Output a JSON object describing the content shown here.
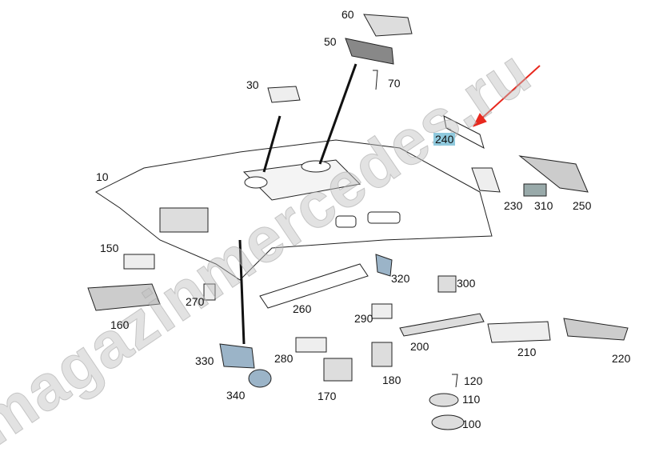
{
  "watermark": "magazinmercedes.ru",
  "highlight_color": "#8fc9dd",
  "arrow_color": "#e8281e",
  "parts": [
    {
      "id": "60",
      "label": "60"
    },
    {
      "id": "50",
      "label": "50"
    },
    {
      "id": "70",
      "label": "70"
    },
    {
      "id": "30",
      "label": "30"
    },
    {
      "id": "10",
      "label": "10"
    },
    {
      "id": "240",
      "label": "240",
      "highlighted": true
    },
    {
      "id": "230",
      "label": "230"
    },
    {
      "id": "310",
      "label": "310"
    },
    {
      "id": "250",
      "label": "250"
    },
    {
      "id": "150",
      "label": "150"
    },
    {
      "id": "160",
      "label": "160"
    },
    {
      "id": "270",
      "label": "270"
    },
    {
      "id": "320",
      "label": "320"
    },
    {
      "id": "300",
      "label": "300"
    },
    {
      "id": "260",
      "label": "260"
    },
    {
      "id": "290",
      "label": "290"
    },
    {
      "id": "200",
      "label": "200"
    },
    {
      "id": "210",
      "label": "210"
    },
    {
      "id": "220",
      "label": "220"
    },
    {
      "id": "330",
      "label": "330"
    },
    {
      "id": "280",
      "label": "280"
    },
    {
      "id": "180",
      "label": "180"
    },
    {
      "id": "120",
      "label": "120"
    },
    {
      "id": "340",
      "label": "340"
    },
    {
      "id": "170",
      "label": "170"
    },
    {
      "id": "110",
      "label": "110"
    },
    {
      "id": "100",
      "label": "100"
    }
  ]
}
